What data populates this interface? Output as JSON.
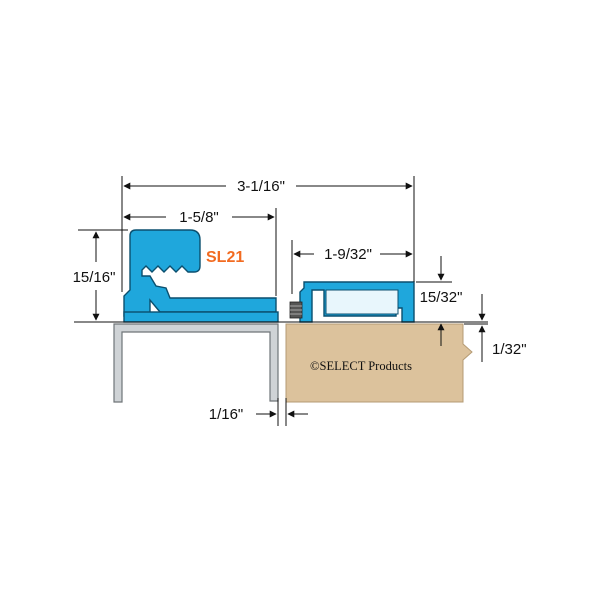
{
  "diagram": {
    "model_label": "SL21",
    "copyright_label": "©SELECT Products",
    "dimensions": {
      "overall_width": "3-1/16\"",
      "left_leaf_width": "1-5/8\"",
      "right_leaf_width": "1-9/32\"",
      "height": "15/16\"",
      "right_leaf_height": "15/32\"",
      "offset": "1/32\"",
      "gap": "1/16\""
    }
  },
  "colors": {
    "hinge_profile": "#1fa7dc",
    "model_label": "#f26b21",
    "door_wood": "#dcc29c",
    "frame_steel": "#cfd3d6",
    "line": "#111111"
  }
}
